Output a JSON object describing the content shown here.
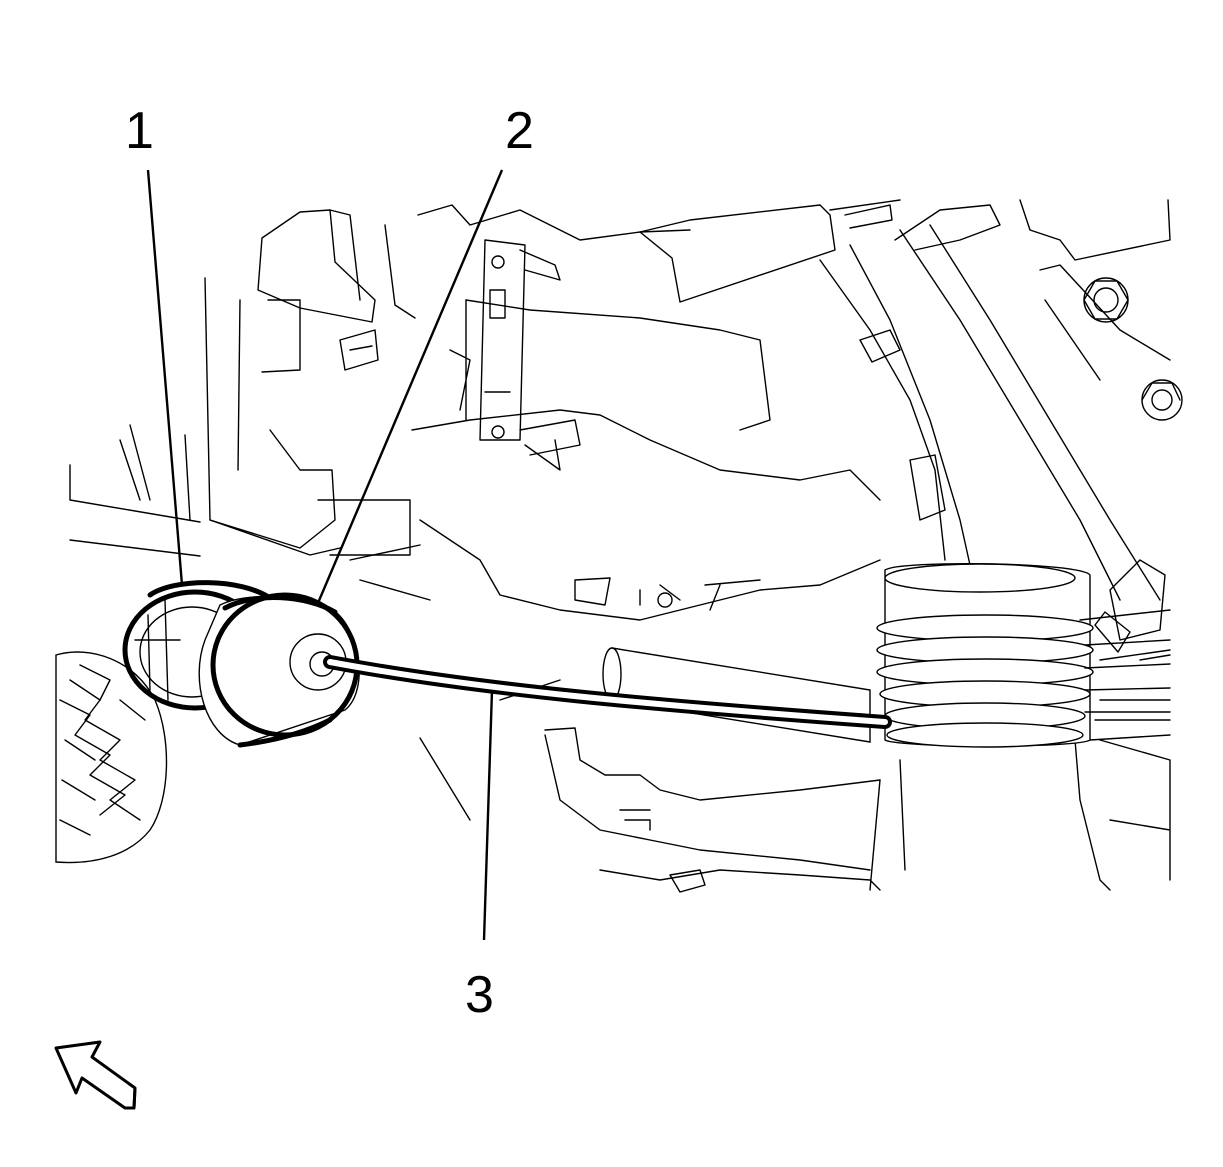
{
  "callouts": {
    "c1": "1",
    "c2": "2",
    "c3": "3"
  },
  "icons": {
    "direction": "view-direction-arrow-icon"
  }
}
